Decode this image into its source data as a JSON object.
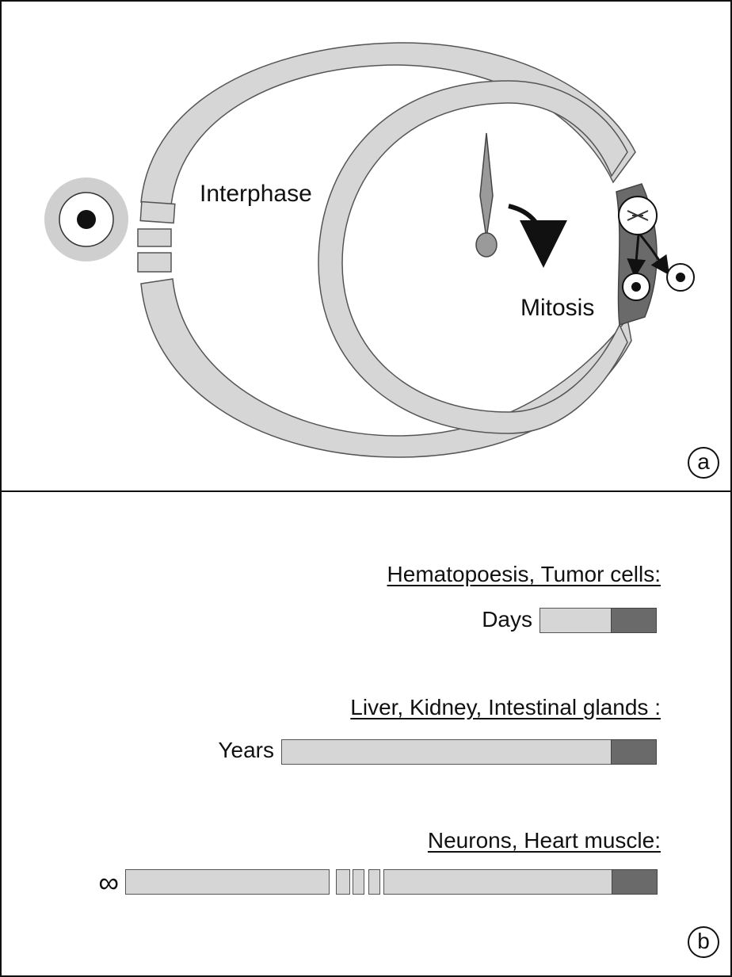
{
  "panel_a": {
    "label": "a",
    "interphase_label": "Interphase",
    "mitosis_label": "Mitosis",
    "colors": {
      "interphase": "#d6d6d6",
      "mitosis": "#6a6a6a",
      "outline": "#555555"
    }
  },
  "panel_b": {
    "label": "b",
    "rows": [
      {
        "title": "Hematopoesis, Tumor cells:",
        "duration": "Days"
      },
      {
        "title": "Liver, Kidney, Intestinal glands :",
        "duration": "Years"
      },
      {
        "title": "Neurons, Heart muscle:",
        "duration": "∞"
      }
    ]
  }
}
